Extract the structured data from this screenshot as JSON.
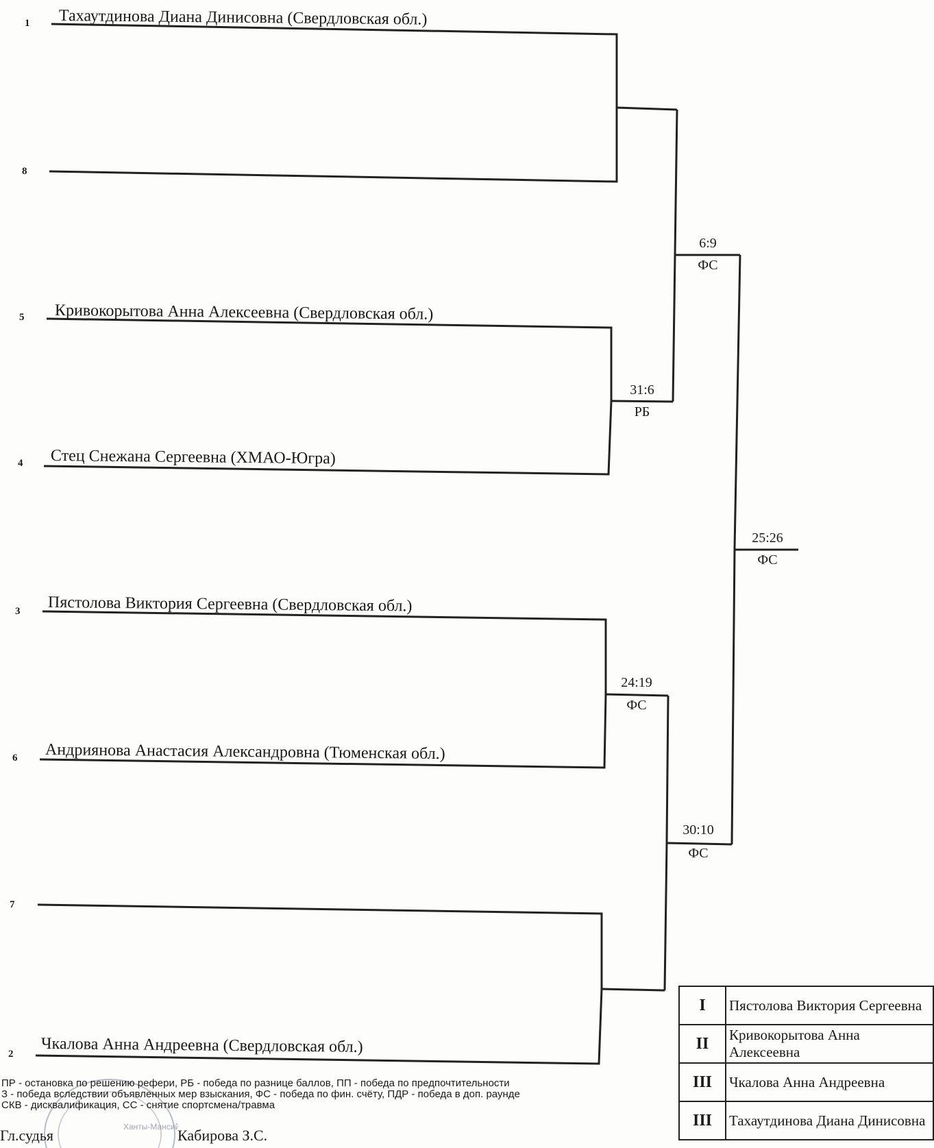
{
  "participants": [
    {
      "seed": "1",
      "name": "Тахаутдинова Диана Динисовна (Свердловская обл.)"
    },
    {
      "seed": "8",
      "name": ""
    },
    {
      "seed": "5",
      "name": "Кривокорытова Анна Алексеевна (Свердловская обл.)"
    },
    {
      "seed": "4",
      "name": "Стец Снежана Сергеевна (ХМАО-Югра)"
    },
    {
      "seed": "3",
      "name": "Пястолова Виктория Сергеевна (Свердловская обл.)"
    },
    {
      "seed": "6",
      "name": "Андриянова Анастасия Александровна (Тюменская обл.)"
    },
    {
      "seed": "7",
      "name": ""
    },
    {
      "seed": "2",
      "name": "Чкалова Анна Андреевна (Свердловская обл.)"
    }
  ],
  "matches": [
    {
      "score": "31:6",
      "method": "РБ"
    },
    {
      "score": "6:9",
      "method": "ФС"
    },
    {
      "score": "24:19",
      "method": "ФС"
    },
    {
      "score": "30:10",
      "method": "ФС"
    },
    {
      "score": "25:26",
      "method": "ФС"
    }
  ],
  "results": [
    {
      "place": "I",
      "name": "Пястолова Виктория Сергеевна"
    },
    {
      "place": "II",
      "name": "Кривокорытова Анна Алексеевна"
    },
    {
      "place": "III",
      "name": "Чкалова Анна Андреевна"
    },
    {
      "place": "III",
      "name": "Тахаутдинова Диана Динисовна"
    }
  ],
  "legend": [
    "ПР - остановка по решению рефери, РБ - победа по разнице баллов, ПП - победа по предпочтительности",
    "З - победа вследствии объявленных мер взыскания, ФС - победа по фин. счёту, ПДР - победа в доп. раунде",
    "СКВ - дисквалификация, СС - снятие спортсмена/травма"
  ],
  "chief_judge": {
    "label": "Гл.судья",
    "name": "Кабирова З.С."
  },
  "stamp_text": "Ханты-Мансийская"
}
